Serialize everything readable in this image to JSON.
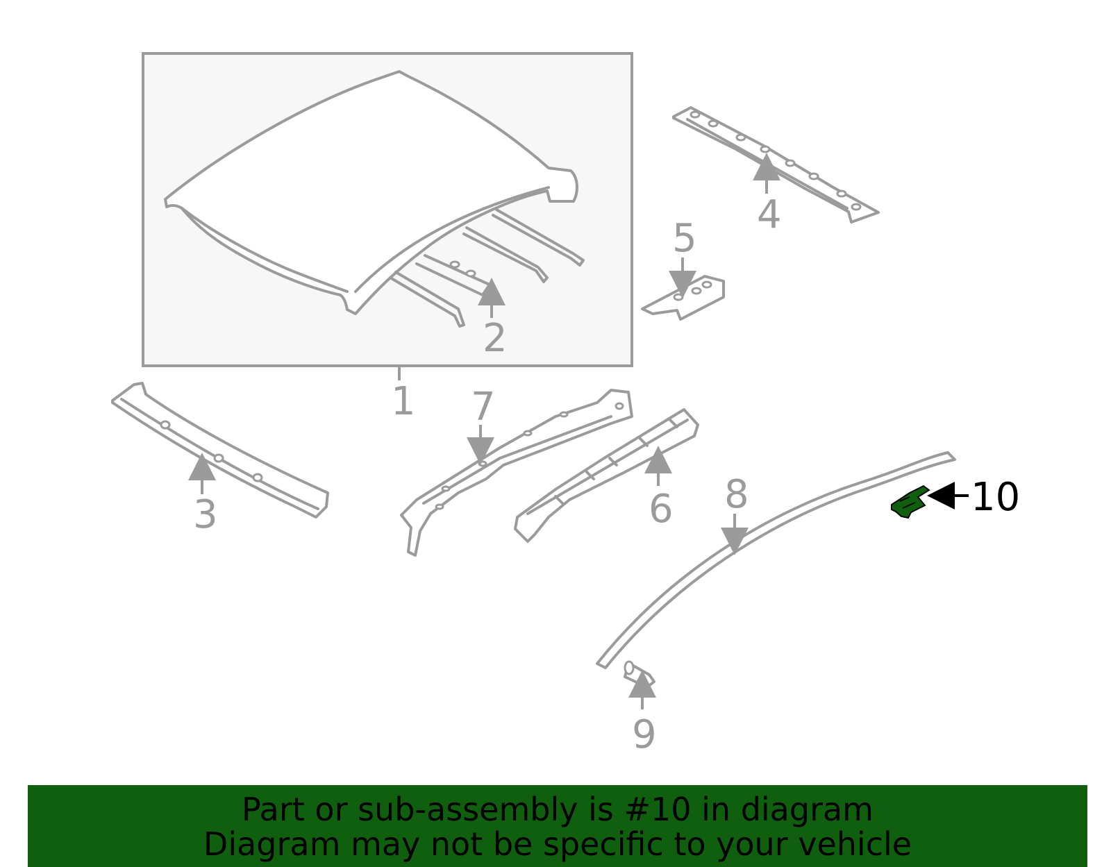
{
  "callouts": {
    "c1": "1",
    "c2": "2",
    "c3": "3",
    "c4": "4",
    "c5": "5",
    "c6": "6",
    "c7": "7",
    "c8": "8",
    "c9": "9",
    "c10": "10"
  },
  "highlighted_part": "10",
  "banner": {
    "line1": "Part or sub-assembly is #10 in diagram",
    "line2": "Diagram may not be specific to your vehicle"
  },
  "colors": {
    "line": "#9b9b9b",
    "highlight": "#0f5f0f",
    "banner_bg": "#0f5f0f",
    "box_bg": "#f7f7f7"
  }
}
